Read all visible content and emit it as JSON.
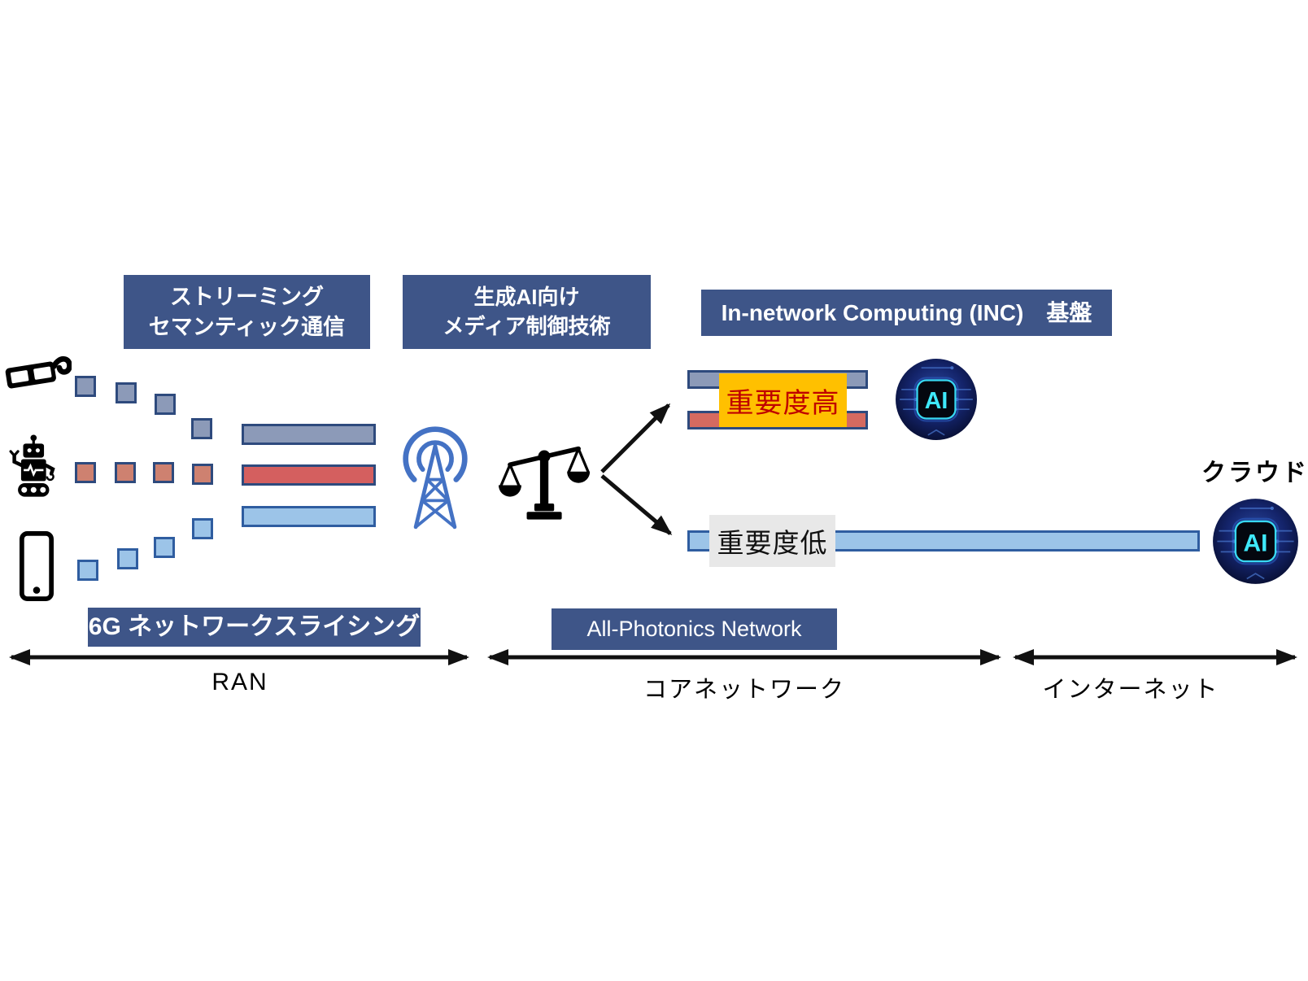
{
  "header_boxes": {
    "streaming": {
      "line1": "ストリーミング",
      "line2": "セマンティック通信"
    },
    "gen_ai": {
      "line1": "生成AI向け",
      "line2": "メディア制御技術"
    },
    "inc": {
      "label": "In-network Computing (INC)　基盤"
    }
  },
  "sources": [
    {
      "icon": "3d-glasses-icon",
      "packet_color": "#8C9AB8",
      "packet_count": 4
    },
    {
      "icon": "robot-icon",
      "packet_color": "#CE8170",
      "packet_count": 4
    },
    {
      "icon": "smartphone-icon",
      "packet_color": "#9CC4E8",
      "packet_count": 4
    }
  ],
  "inc_section": {
    "high_priority_label": "重要度高",
    "low_priority_label": "重要度低",
    "ai_chip_text": "AI",
    "cloud_label": "クラウド"
  },
  "bottom_section": {
    "slicing_label": "6G ネットワークスライシング",
    "apn_label": "All-Photonics Network",
    "segments": [
      {
        "label": "RAN"
      },
      {
        "label": "コアネットワーク"
      },
      {
        "label": "インターネット"
      }
    ]
  },
  "colors": {
    "header_box_bg": "#3E5588",
    "header_box_text": "#FFFFFF",
    "gray_blue_fill": "#8C9AB8",
    "red_fill": "#D45F5F",
    "salmon_fill": "#CE8170",
    "light_blue_fill": "#9CC4E8",
    "dark_border": "#2E4A7D",
    "blue_border": "#2F5DA0",
    "high_priority_bg": "#FFC000",
    "high_priority_text": "#BF0000",
    "low_priority_bg": "#E8E8E8",
    "tower_blue": "#4472C4",
    "ai_chip_cyan": "#3EE8FA",
    "arrow_black": "#111111"
  }
}
